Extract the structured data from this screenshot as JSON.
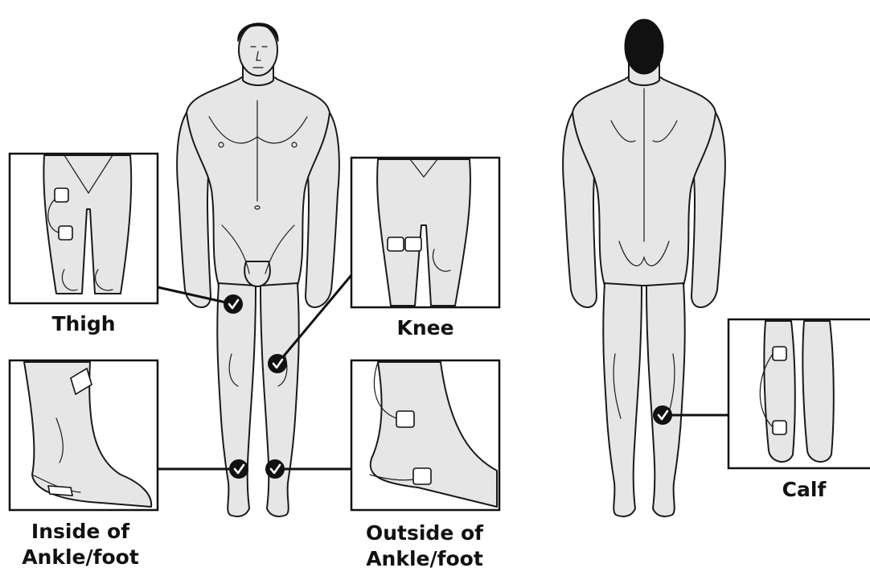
{
  "labels": {
    "thigh": "Thigh",
    "knee": "Knee",
    "calf": "Calf",
    "inside_line1": "Inside of",
    "inside_line2": "Ankle/foot",
    "outside_line1": "Outside of",
    "outside_line2": "Ankle/foot"
  },
  "colors": {
    "body_fill": "#e6e6e6",
    "outline": "#1a1a1a",
    "marker": "#111111"
  },
  "icons": {
    "marker": "checkmark-circle-icon"
  }
}
